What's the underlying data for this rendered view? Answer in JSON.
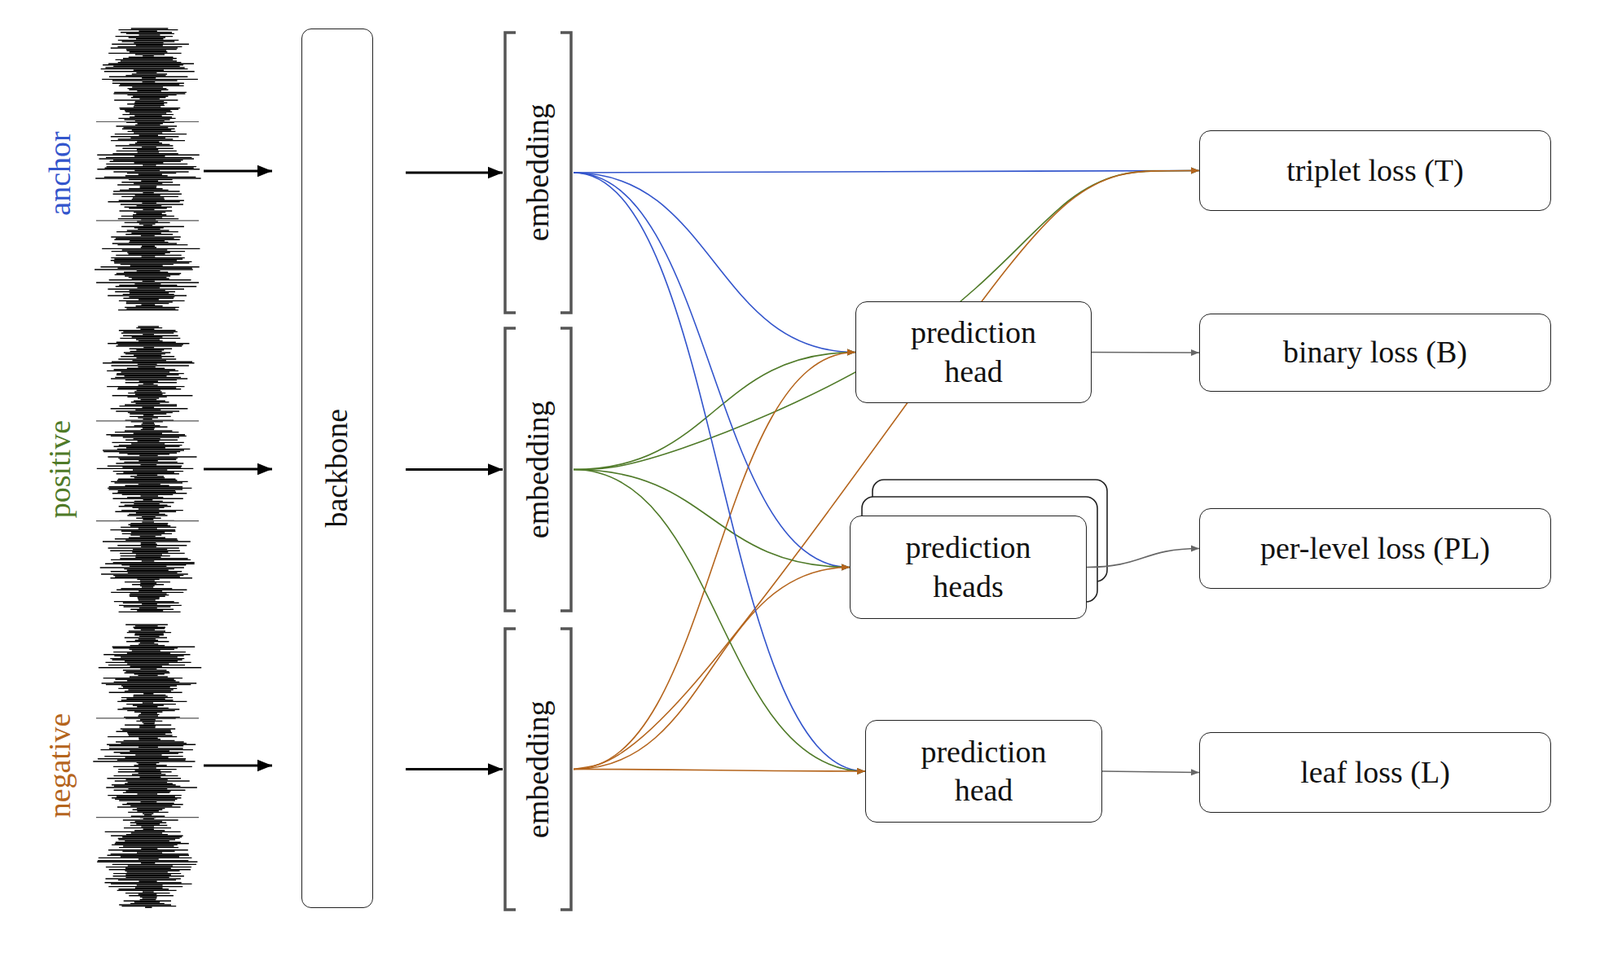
{
  "diagram": {
    "nodes": [
      {
        "text": [
          "backbone"
        ]
      },
      {
        "text": [
          "embedding"
        ]
      },
      {
        "text": [
          "embedding"
        ]
      },
      {
        "text": [
          "embedding"
        ]
      },
      {
        "text": [
          "prediction head"
        ]
      },
      {
        "text": [
          "prediction heads"
        ]
      },
      {
        "text": [
          "prediction head"
        ]
      },
      {
        "text": [
          "triplet loss (T)"
        ]
      },
      {
        "text": [
          "binary loss (B)"
        ]
      },
      {
        "text": [
          "per-level loss (PL)"
        ]
      },
      {
        "text": [
          "leaf loss (L)"
        ]
      }
    ],
    "edges": [
      {
        "from": 0,
        "to": 1,
        "arrow": "to"
      },
      {
        "from": 0,
        "to": 2,
        "arrow": "to"
      },
      {
        "from": 0,
        "to": 3,
        "arrow": "to"
      },
      {
        "from": 1,
        "to": 7,
        "arrow": "to"
      },
      {
        "from": 2,
        "to": 7,
        "arrow": "to"
      },
      {
        "from": 3,
        "to": 7,
        "arrow": "to"
      },
      {
        "from": 1,
        "to": 4,
        "arrow": "to"
      },
      {
        "from": 2,
        "to": 4,
        "arrow": "to"
      },
      {
        "from": 3,
        "to": 4,
        "arrow": "to"
      },
      {
        "from": 1,
        "to": 5,
        "arrow": "to"
      },
      {
        "from": 2,
        "to": 5,
        "arrow": "to"
      },
      {
        "from": 3,
        "to": 5,
        "arrow": "to"
      },
      {
        "from": 1,
        "to": 6,
        "arrow": "to"
      },
      {
        "from": 2,
        "to": 6,
        "arrow": "to"
      },
      {
        "from": 3,
        "to": 6,
        "arrow": "to"
      },
      {
        "from": 4,
        "to": 8,
        "arrow": "to"
      },
      {
        "from": 5,
        "to": 9,
        "arrow": "to"
      },
      {
        "from": 6,
        "to": 10,
        "arrow": "to"
      }
    ],
    "labels": [
      "anchor",
      "positive",
      "negative"
    ]
  }
}
